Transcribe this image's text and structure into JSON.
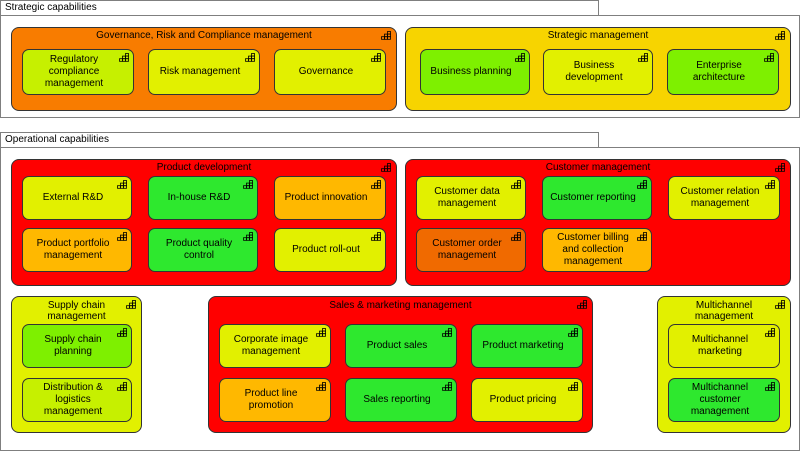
{
  "sections": {
    "strategic": "Strategic capabilities",
    "operational": "Operational capabilities"
  },
  "groups": {
    "grc": "Governance, Risk and Compliance management",
    "strategic_mgmt": "Strategic management",
    "product_dev": "Product development",
    "customer_mgmt": "Customer management",
    "supply_chain": "Supply chain management",
    "sales_marketing": "Sales & marketing management",
    "multichannel": "Multichannel management"
  },
  "capabilities": {
    "regulatory": "Regulatory compliance management",
    "risk": "Risk management",
    "governance": "Governance",
    "business_planning": "Business planning",
    "business_dev": "Business development",
    "enterprise_arch": "Enterprise architecture",
    "external_rd": "External R&D",
    "inhouse_rd": "In-house R&D",
    "product_innovation": "Product innovation",
    "portfolio": "Product portfolio management",
    "quality": "Product quality control",
    "rollout": "Product roll-out",
    "customer_data": "Customer data management",
    "customer_reporting": "Customer reporting",
    "customer_relation": "Customer relation management",
    "customer_order": "Customer order management",
    "billing": "Customer billing and collection management",
    "supply_planning": "Supply chain planning",
    "distribution": "Distribution & logistics management",
    "corporate_image": "Corporate image management",
    "product_sales": "Product sales",
    "product_marketing": "Product marketing",
    "product_line": "Product line promotion",
    "sales_reporting": "Sales reporting",
    "product_pricing": "Product pricing",
    "mc_marketing": "Multichannel marketing",
    "mc_customer": "Multichannel customer management"
  },
  "icon_name": "capability-icon",
  "colors": {
    "red": "#ff0000",
    "orange": "#f87c00",
    "amber": "#ffb800",
    "yellow": "#f7d400",
    "yellow_green": "#e2f000",
    "lime": "#c6f000",
    "green": "#2ee82e",
    "light_green": "#7ef000"
  }
}
